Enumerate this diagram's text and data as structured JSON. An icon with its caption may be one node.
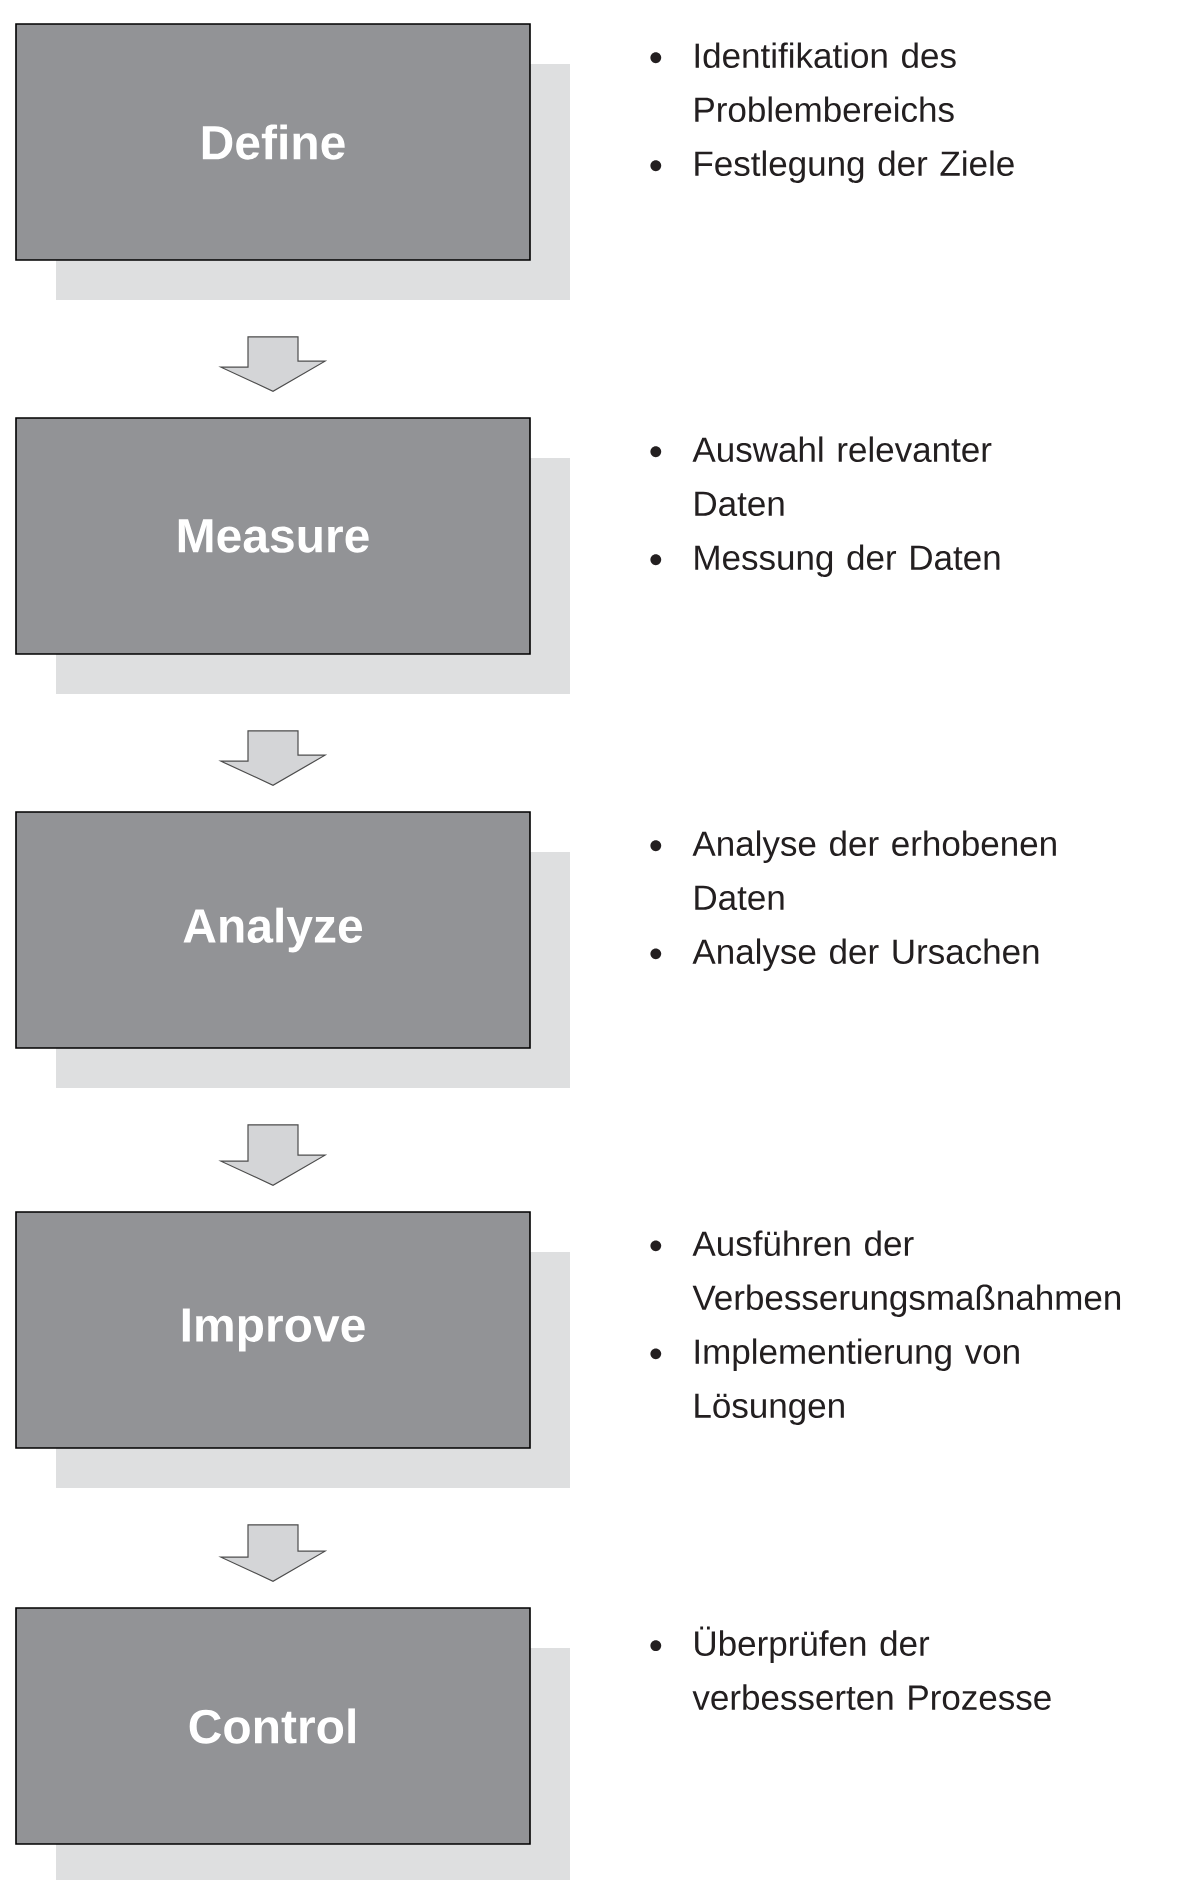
{
  "diagram": {
    "nodes": [
      {
        "text": [
          "Define"
        ],
        "beside": [
          "Identifikation des Problembereichs",
          "Festlegung der Ziele"
        ]
      },
      {
        "text": [
          "Measure"
        ],
        "beside": [
          "Auswahl relevanter Daten",
          "Messung der Daten"
        ]
      },
      {
        "text": [
          "Analyze"
        ],
        "beside": [
          "Analyse der erhobenen Daten",
          "Analyse der Ursachen"
        ]
      },
      {
        "text": [
          "Improve"
        ],
        "beside": [
          "Ausführen der Verbesserungsmaßnahmen",
          "Implementierung von Lösungen"
        ]
      },
      {
        "text": [
          "Control"
        ],
        "beside": [
          "Überprüfen der verbesserten Prozesse"
        ]
      }
    ],
    "edges": [
      {
        "from": 0,
        "to": 1,
        "arrow": "to"
      },
      {
        "from": 1,
        "to": 2,
        "arrow": "to"
      },
      {
        "from": 2,
        "to": 3,
        "arrow": "to"
      },
      {
        "from": 3,
        "to": 4,
        "arrow": "to"
      }
    ]
  }
}
